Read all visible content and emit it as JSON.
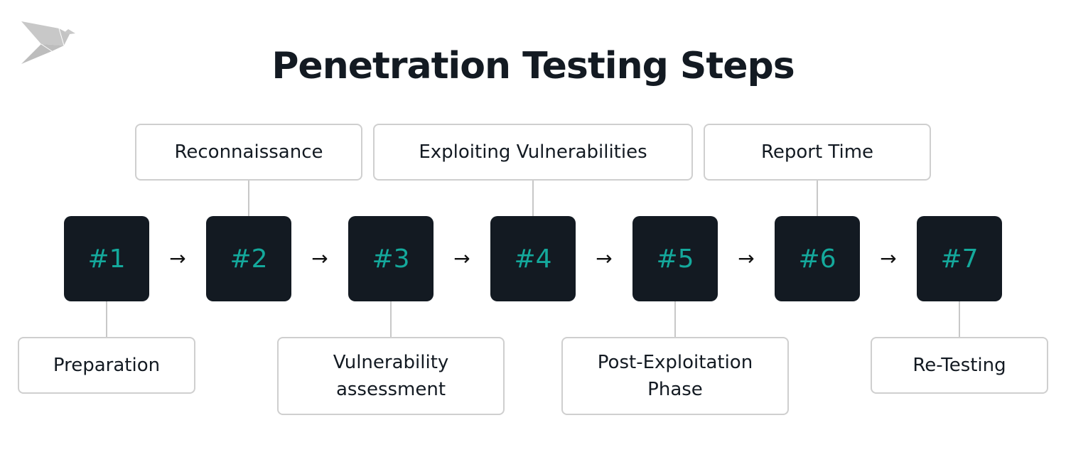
{
  "title": "Penetration Testing Steps",
  "logo": {
    "icon": "origami-bird-icon",
    "color": "#c8c8c8"
  },
  "colors": {
    "square_bg": "#131a22",
    "number": "#14a99c",
    "border": "#cfcfcf",
    "connector": "#c8c8c8",
    "text": "#131a22"
  },
  "arrow_glyph": "→",
  "steps": [
    {
      "number": "#1",
      "label": "Preparation",
      "position": "bottom"
    },
    {
      "number": "#2",
      "label": "Reconnaissance",
      "position": "top"
    },
    {
      "number": "#3",
      "label": "Vulnerability assessment",
      "position": "bottom"
    },
    {
      "number": "#4",
      "label": "Exploiting Vulnerabilities",
      "position": "top"
    },
    {
      "number": "#5",
      "label": "Post-Exploitation Phase",
      "position": "bottom"
    },
    {
      "number": "#6",
      "label": "Report Time",
      "position": "top"
    },
    {
      "number": "#7",
      "label": "Re-Testing",
      "position": "bottom"
    }
  ]
}
